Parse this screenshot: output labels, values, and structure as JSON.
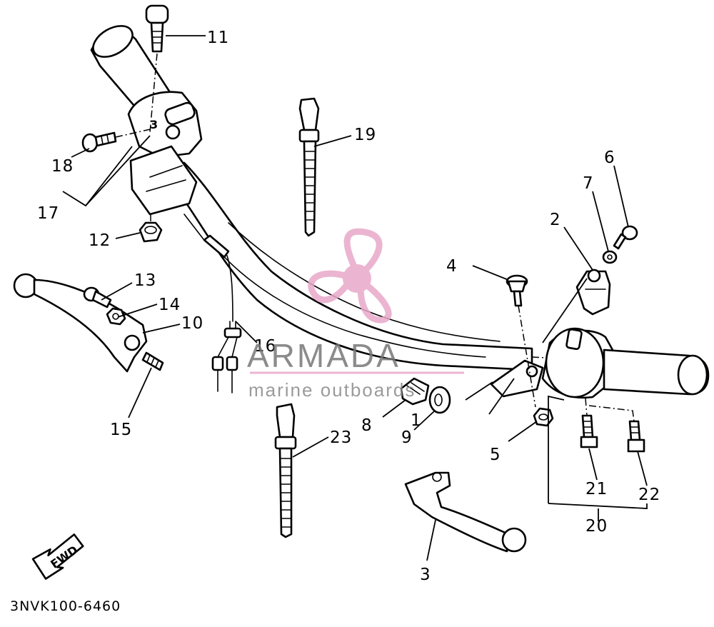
{
  "diagram": {
    "code": "3NVK100-6460",
    "fwd_label": "FWD",
    "callouts": {
      "c1": "1",
      "c2": "2",
      "c3": "3",
      "c4": "4",
      "c5": "5",
      "c6": "6",
      "c7": "7",
      "c8": "8",
      "c9": "9",
      "c10": "10",
      "c11": "11",
      "c12": "12",
      "c13": "13",
      "c14": "14",
      "c15": "15",
      "c16": "16",
      "c17": "17",
      "c18": "18",
      "c19": "19",
      "c20": "20",
      "c21": "21",
      "c22": "22",
      "c23": "23"
    }
  },
  "watermark": {
    "name": "ARMADA",
    "tagline": "marine outboards",
    "logo_color": "#e8a9c9",
    "text_color": "#777777"
  }
}
